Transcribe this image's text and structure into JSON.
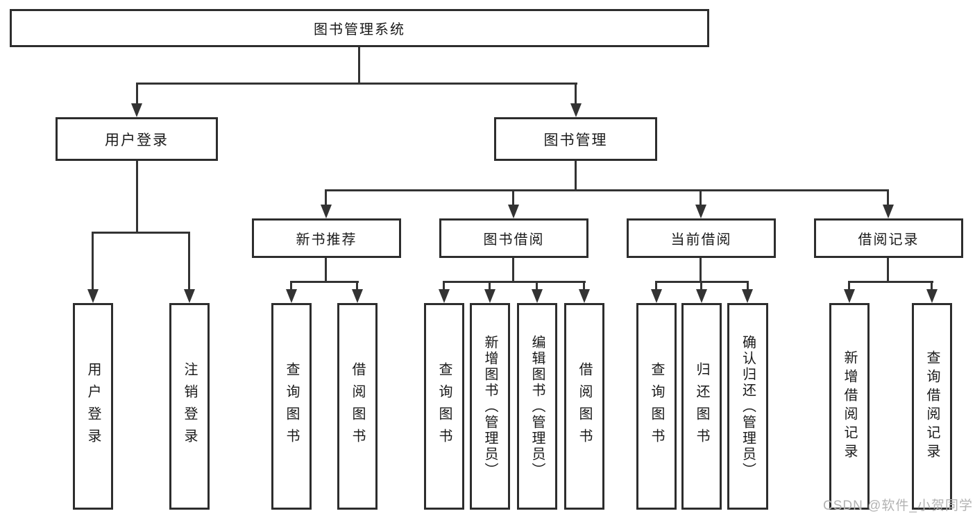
{
  "diagram": {
    "title": "图书管理系统",
    "level2": {
      "user_login": "用户登录",
      "book_mgmt": "图书管理"
    },
    "level3": {
      "new_books": "新书推荐",
      "book_borrow": "图书借阅",
      "current_borrow": "当前借阅",
      "borrow_records": "借阅记录"
    },
    "leaves": {
      "login_user": "用户登录",
      "login_logout": "注销登录",
      "new_query": "查询图书",
      "new_borrow": "借阅图书",
      "borrow_query": "查询图书",
      "borrow_add": "新增图书（管理员）",
      "borrow_edit": "编辑图书（管理员）",
      "borrow_borrow": "借阅图书",
      "cur_query": "查询图书",
      "cur_return": "归还图书",
      "cur_confirm": "确认归还（管理员）",
      "rec_add": "新增借阅记录",
      "rec_query": "查询借阅记录"
    }
  },
  "watermark": {
    "text": "CSDN @软件_小贺同学"
  },
  "colors": {
    "line": "#333333",
    "box_border": "#2d2d2d",
    "text": "#1a1a1a",
    "watermark": "#b3b3b3",
    "background": "#ffffff"
  }
}
